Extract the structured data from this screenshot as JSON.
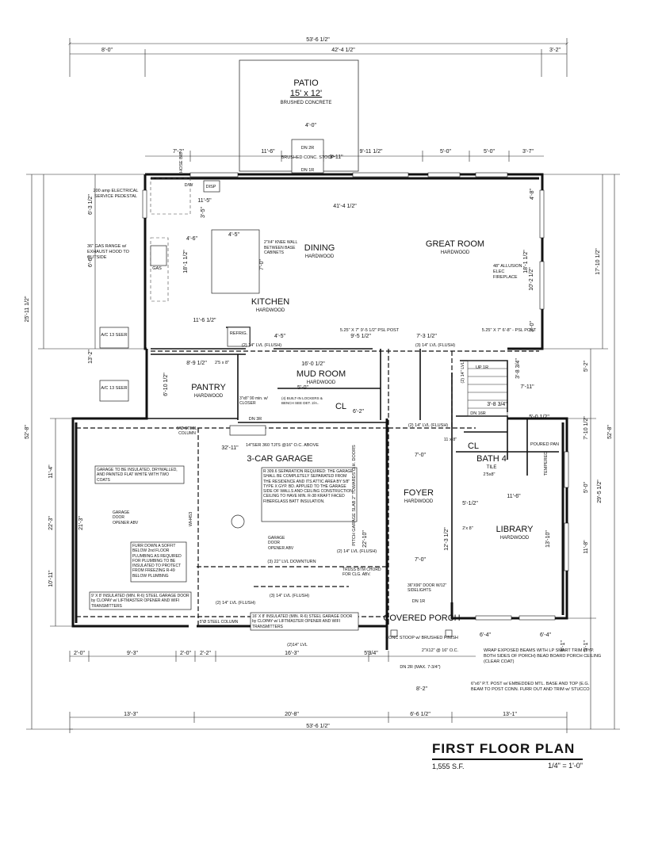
{
  "drawing": {
    "title": "FIRST FLOOR PLAN",
    "area": "1,555 S.F.",
    "scale": "1/4\" = 1'-0\""
  },
  "rooms": {
    "patio": {
      "name": "PATIO",
      "size": "15' x 12'",
      "finish": "BRUSHED CONCRETE"
    },
    "dining": {
      "name": "DINING",
      "finish": "HARDWOOD"
    },
    "great_room": {
      "name": "GREAT ROOM",
      "finish": "HARDWOOD"
    },
    "kitchen": {
      "name": "KITCHEN",
      "finish": "HARDWOOD"
    },
    "pantry": {
      "name": "PANTRY",
      "finish": "HARDWOOD"
    },
    "mud_room": {
      "name": "MUD ROOM",
      "finish": "HARDWOOD"
    },
    "garage": {
      "name": "3-CAR GARAGE"
    },
    "foyer": {
      "name": "FOYER",
      "finish": "HARDWOOD"
    },
    "library": {
      "name": "LIBRARY",
      "finish": "HARDWOOD"
    },
    "bath": {
      "name": "BATH 4",
      "finish": "TILE"
    },
    "porch": {
      "name": "COVERED PORCH",
      "finish": "CONC STOOP w/ BRUSHED FINISH"
    },
    "cl1": {
      "name": "CL"
    },
    "cl2": {
      "name": "CL"
    }
  },
  "dimensions": {
    "overall_top": "53'-6 1/2\"",
    "overall_bottom": "53'-6 1/2\"",
    "top_left": "8'-0\"",
    "top_mid": "42'-4 1/2\"",
    "top_right": "3'-2\"",
    "row2_a": "7'-2\"",
    "row2_b": "11'-6\"",
    "row2_c": "4'-0\"",
    "row2_d": "9'-11 1/2\"",
    "row2_e": "5'-0\"",
    "row2_f": "5'-0\"",
    "row2_g": "3'-7\"",
    "bot_a": "13'-3\"",
    "bot_b": "20'-8\"",
    "bot_c": "6'-6 1/2\"",
    "bot_d": "13'-1\"",
    "bot2_a": "2'-0\"",
    "bot2_b": "9'-3\"",
    "bot2_c": "2'-0\"",
    "bot2_d": "2'-2\"",
    "bot2_e": "16'-3\"",
    "bot2_f": "5'3/4\"",
    "bot2_g": "8'-2\"",
    "left_total": "25'-11 1/2\"",
    "left_total2": "52'-8\"",
    "left_a": "6'-3 1/2\"",
    "left_b": "6'-6\"",
    "left_c": "13'-2\"",
    "left_d": "11'-4\"",
    "left_e": "22'-3\"",
    "left_f": "10'-11\"",
    "right_total": "52'-8\"",
    "right_a": "17'-10 1/2\"",
    "right_b": "29'-5 1/2\"",
    "right_c": "5'-2\"",
    "right_d": "7'-10 1/2\"",
    "right_e": "5'-0\"",
    "right_f": "11'-8\"",
    "right_g": "5'-1\"",
    "great_w": "41'-4 1/2\"",
    "great_h": "18'-1 1/2\"",
    "great_h2": "10'-2 1/2\"",
    "kitchen_w": "11'-6 1/2\"",
    "kitchen_h": "18'-1 1/2\"",
    "island_w": "4'-5\"",
    "island_h": "7'-0\"",
    "island_off": "4'-6\"",
    "pantry_w": "8'-9 1/2\"",
    "pantry_h": "6'-10 1/2\"",
    "mud_w": "16'-0 1/2\"",
    "mud_a": "5'-0\"",
    "mud_cl": "6'-2\"",
    "garage_w": "32'-11\"",
    "garage_h": "22'-10\"",
    "garage_side": "21'-3\"",
    "foyer_w": "7'-0\"",
    "foyer_w2": "7'-0\"",
    "foyer_h": "12'-3 1/2\"",
    "library_w": "11'-6\"",
    "library_h": "13'-10\"",
    "library_b1": "6'-4\"",
    "library_b2": "6'-4\"",
    "bath_w": "5'-0 1/2\"",
    "stair_w": "7'-11\"",
    "stair_a": "3'-8 3/4\"",
    "stair_b": "3'-8 3/4\"",
    "porch_w": "8'-2\"",
    "porch_h": "5'-1\"",
    "lib_side": "5'-1/2\"",
    "k1": "11'-5\"",
    "k2": "3'-5\"",
    "k3": "4'-5\"",
    "k4": "9'-5 1/2\"",
    "k5": "7'-3 1/2\"",
    "k6": "3'-11\"",
    "k7": "3'-0\"",
    "k8": "4'-8\""
  },
  "beams": {
    "b1": "(2) 14\" LVL (FLUSH)",
    "b2": "(3) 14\" LVL (FLUSH)",
    "b3": "(2) 14\" LVL (FLUSH)",
    "b4": "(3) 22\" LVL DOWNTURN",
    "b5": "(3) 14\" LVL (FLUSH)",
    "b6": "(2) 14\" LVL (FLUSH)",
    "b7": "(2)14\" LVL",
    "b8": "(2) 14\" LVL (FLUSH)",
    "b9": "5.25\" X 7\" 9'-5 1/2\" PSL POST",
    "b10": "5.25\" X 7\" 6'-8\" - PSL POST",
    "b11": "14\"SER 360 TJI'S @16\" O.C. ABOVE",
    "b12": "(2) 14\" LVL"
  },
  "notes": {
    "electrical": "200 amp ELECTRICAL SERVICE PEDESTAL",
    "range": "36\" GAS RANGE w/ EXHAUST HOOD TO OUTSIDE",
    "knee": "2\"X4\" KNEE WALL BETWEEN BASE CABINETS",
    "fireplace": "48\" ALLUSION ELEC FIREPLACE",
    "ac1": "A/C 13 SEER",
    "ac2": "A/C 13 SEER",
    "garage_insul": "GARAGE TO BE INSULATED, DRYWALLED, AND PAINTED FLAT WHITE WITH TWO COATS",
    "r309": "R 309.6 SEPARATION REQUIRED: THE GARAGE SHALL BE COMPLETELY SEPARATED FROM THE RESIDENCE AND ITS ATTIC AREA BY 5/8\" TYPE X GYP. BD. APPLIED TO THE GARAGE SIDE OF WALLS AND CEILING CONSTRUCTION. CEILING TO HAVE MIN. R-38 KRAFT FACED FIBERGLASS BATT INSULATION.",
    "furr": "FURR DOWN A SOFFIT BELOW 2nd FLOOR PLUMBING AS REQUIRED FOR PLUMBING TO BE INSULATED TO PROTECT FROM FREEZING R-49 BELOW PLUMBING",
    "door1": "9' X 8' INSULATED (MIN. R-6) STEEL GARAGE DOOR by CLOPAY w/ LIFTMASTER OPENER AND WIFI TRANSMITTERS",
    "door2": "16' X 8' INSULATED (MIN. R-6) STEEL GARAGE DOOR by CLOPAY w/ LIFTMASTER OPENER AND WIFI TRANSMITTERS",
    "opener1": "GARAGE DOOR OPENER ABV",
    "opener2": "GARAGE DOOR OPENER ABV",
    "column1": "5\"Ø STEEL COLUMN",
    "column2": "5\"Ø STEEL COLUMN",
    "wh": "WH453",
    "truss": "TRUSS BTM CHORD FOR CLG. ABV.",
    "pitch": "PITCH GARAGE SLAB 2\" TOWARDS O.H. DOORS",
    "lockers": "(4) BUILT-IN LOCKERS & BENCH SEE DET. 2/A..",
    "water": "3\"x8\" 90 min. w/ CLOSER",
    "door_front": "36\"X96\" DOOR W/12\" SIDELIGHTS",
    "stoop": "BRUSHED CONC. STOOP",
    "porch_beam": "WRAP EXPOSED BEAMS WITH LP SMART TRIM (TYP. BOTH SIDES OF PORCH) BEAD BOARD PORCH CEILING (CLEAR COAT)",
    "porch_post": "6\"x6\" P.T. POST w/ EMBEDDED MTL. BASE AND TOP (E.G. BEAM TO POST CONN. FURR OUT AND TRIM w/ STUCCO",
    "poured_pan": "POURED PAN",
    "tempered": "TEMPERED",
    "rafters": "2\"X12\" @ 16\" O.C.",
    "dn_2r_a": "DN 2R",
    "dn_1r_a": "DN 1R",
    "dn_3r": "DN 3R",
    "dn_1r_b": "DN 1R",
    "dn_16r": "DN 16R",
    "up_1r": "UP 1R",
    "dn_2r_b": "DN 2R (MAX. 7-3/4\")",
    "dw": "D/W",
    "dsp": "DISP",
    "refrig": "REFRIG.",
    "gas": "GAS",
    "door_25x8": "2'5 x 8\"",
    "door_2x8": "2'x 8\"",
    "door_25x8b": "2'5x8\"",
    "hose": "HOSE BIB",
    "cl_size": "11 x 8\""
  }
}
